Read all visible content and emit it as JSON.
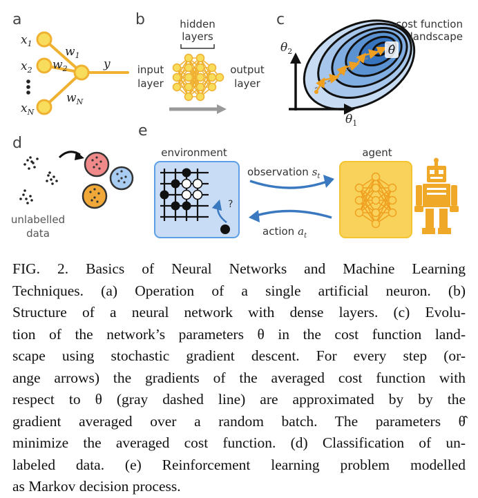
{
  "panels": {
    "a": {
      "letter": "a",
      "inputs": [
        "x",
        "x",
        "x"
      ],
      "input_subs": [
        "1",
        "2",
        "N"
      ],
      "weights": [
        "w",
        "w",
        "w"
      ],
      "weight_subs": [
        "1",
        "2",
        "N"
      ],
      "output": "y"
    },
    "b": {
      "letter": "b",
      "hidden_label_1": "hidden",
      "hidden_label_2": "layers",
      "input_label_1": "input",
      "input_label_2": "layer",
      "output_label_1": "output",
      "output_label_2": "layer"
    },
    "c": {
      "letter": "c",
      "title_1": "cost function",
      "title_2": "landscape",
      "axis_y": "θ",
      "axis_y_sub": "2",
      "axis_x": "θ",
      "axis_x_sub": "1",
      "optimum": "θ̂"
    },
    "d": {
      "letter": "d",
      "label_1": "unlabelled",
      "label_2": "data"
    },
    "e": {
      "letter": "e",
      "environment_label": "environment",
      "agent_label": "agent",
      "observation_label": "observation",
      "observation_var": "s",
      "observation_sub": "t",
      "action_label": "action",
      "action_var": "a",
      "action_sub": "t",
      "question_mark": "?"
    }
  },
  "colors": {
    "neuron_fill": "#f8dc5c",
    "neuron_stroke": "#f0b030",
    "landscape_dark": "#1e56a8",
    "landscape_light": "#c7dcf3",
    "trajectory": "#f0a020",
    "env_fill": "#c9dcf5",
    "env_stroke": "#5b9ee3",
    "agent_fill": "#f8d25a",
    "arrow_blue": "#3a78c0",
    "cluster_red": "#f08a8a",
    "cluster_blue": "#a9ccf2",
    "cluster_orange": "#f0a838"
  },
  "caption": [
    "FIG. 2.    Basics of Neural Networks and Machine Learning",
    "Techniques.  (a) Operation of a single artificial neuron.  (b)",
    "Structure of a neural network with dense layers.  (c) Evolu-",
    "tion of the network’s parameters θ in the cost function land-",
    "scape using stochastic gradient descent.  For every step (or-",
    "ange arrows) the gradients of the averaged cost function with",
    "respect to θ (gray dashed line) are approximated by by the",
    "gradient averaged over a random batch.  The parameters θ̂",
    "minimize the averaged cost function.  (d) Classification of un-",
    "labeled data.  (e) Reinforcement learning problem modelled",
    "as Markov decision process."
  ]
}
